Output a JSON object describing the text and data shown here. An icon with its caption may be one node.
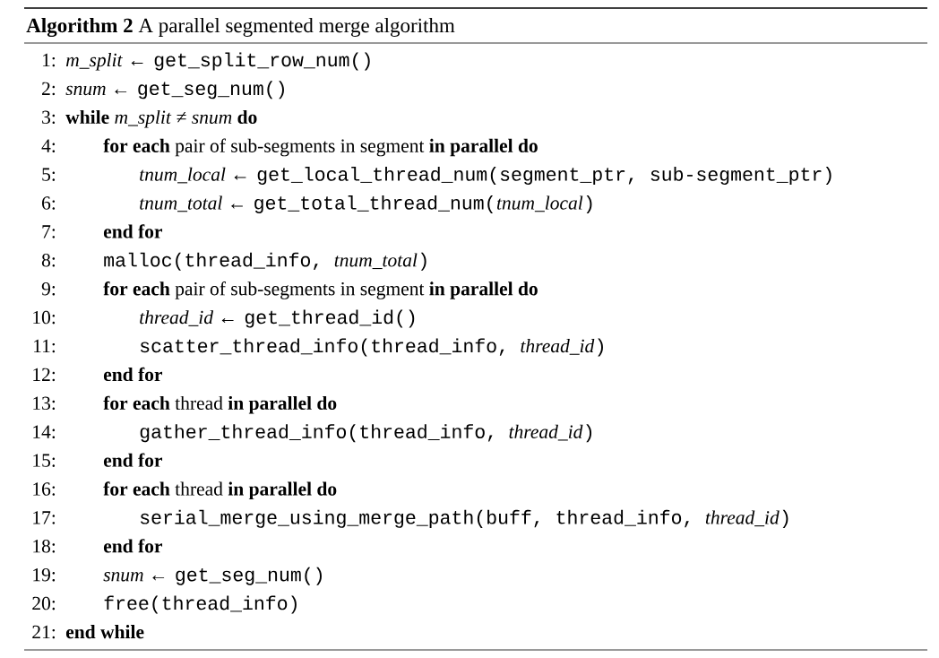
{
  "diagram": {
    "title": "**Algorithm 2** A parallel segmented merge algorithm",
    "labels": [
      "1:",
      "*m_split* ←",
      "get_split_row_num()",
      "2:",
      "*snum* ←",
      "get_seg_num()",
      "3:",
      "**while** *m_split* ≠ *snum* **do**",
      "4:",
      "**for each** pair of sub-segments in segment **in parallel do**",
      "5:",
      "*tnum_local* ←",
      "get_local_thread_num(segment_ptr, sub-segment_ptr)",
      "6:",
      "*tnum_total* ←",
      "get_total_thread_num(",
      "tnum_local",
      ")",
      "7:",
      "end for",
      "8:",
      "malloc(thread_info,",
      "tnum_total",
      ")",
      "9:",
      "**for each** pair of sub-segments in segment **in parallel do**",
      "10:",
      "*thread_id* ←",
      "get_thread_id()",
      "11:",
      "scatter_thread_info(thread_info,",
      "thread_id",
      ")",
      "12:",
      "end for",
      "13:",
      "**for each** thread **in parallel do**",
      "14:",
      "gather_thread_info(thread_info,",
      "thread_id",
      ")",
      "15:",
      "end for",
      "16:",
      "**for each** thread **in parallel do**",
      "17:",
      "serial_merge_using_merge_path(buff, thread_info,",
      "thread_id",
      ")",
      "18:",
      "end for",
      "19:",
      "*snum* ←",
      "get_seg_num()",
      "20:",
      "free(thread_info)",
      "21:",
      "end while"
    ]
  }
}
